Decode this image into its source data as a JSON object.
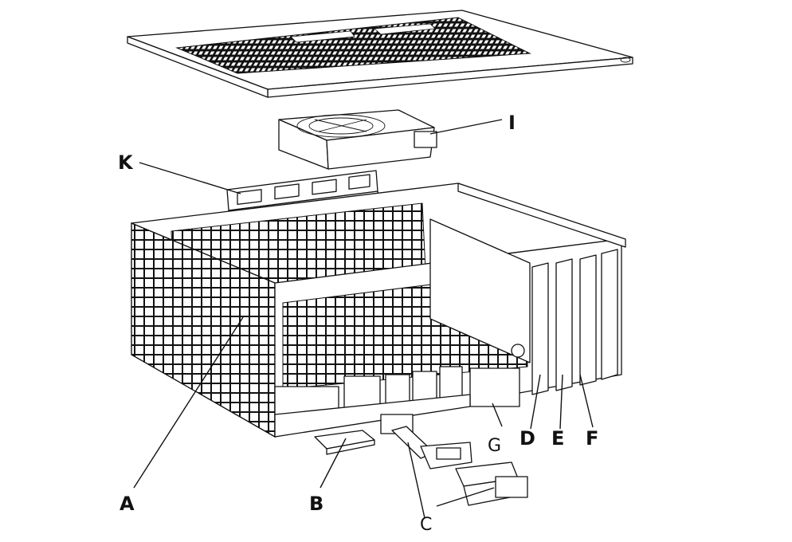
{
  "colors": {
    "line": "#111111",
    "background": "#ffffff",
    "grid_fill": "#222222"
  },
  "labels": {
    "I": "I",
    "K": "K",
    "A": "A",
    "B": "B",
    "C": "C",
    "D": "D",
    "E": "E",
    "F": "F",
    "G": "G"
  }
}
